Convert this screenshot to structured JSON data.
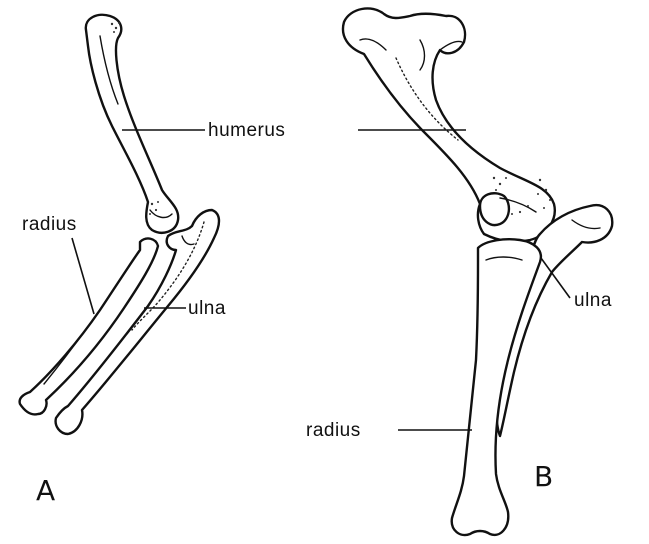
{
  "labels": {
    "humerus": "humerus",
    "radius_a": "radius",
    "ulna_a": "ulna",
    "ulna_b": "ulna",
    "radius_b": "radius"
  },
  "panels": {
    "a": "A",
    "b": "B"
  }
}
